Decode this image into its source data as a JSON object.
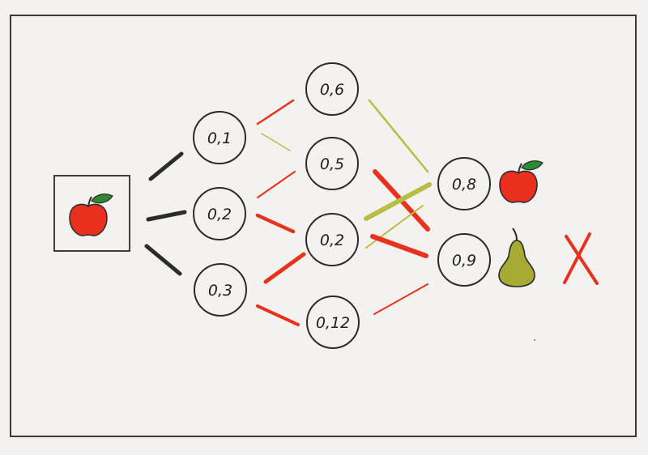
{
  "diagram": {
    "input": {
      "icon": "apple-icon"
    },
    "layers": [
      [
        {
          "id": "h1a",
          "label": "0,1"
        },
        {
          "id": "h1b",
          "label": "0,2"
        },
        {
          "id": "h1c",
          "label": "0,3"
        }
      ],
      [
        {
          "id": "h2a",
          "label": "0,6"
        },
        {
          "id": "h2b",
          "label": "0,5"
        },
        {
          "id": "h2c",
          "label": "0,2"
        },
        {
          "id": "h2d",
          "label": "0,12"
        }
      ],
      [
        {
          "id": "o1",
          "label": "0,8"
        },
        {
          "id": "o2",
          "label": "0,9"
        }
      ]
    ],
    "outputs": [
      {
        "node": "o1",
        "icon": "apple-icon"
      },
      {
        "node": "o2",
        "icon": "pear-icon",
        "mark": "cross-icon"
      }
    ],
    "colors": {
      "black": "#2b2b2b",
      "red": "#e8321e",
      "olive": "#b8bd45",
      "apple": "#e8301f",
      "pear": "#a6aa33",
      "leaf": "#2d8a32"
    }
  }
}
